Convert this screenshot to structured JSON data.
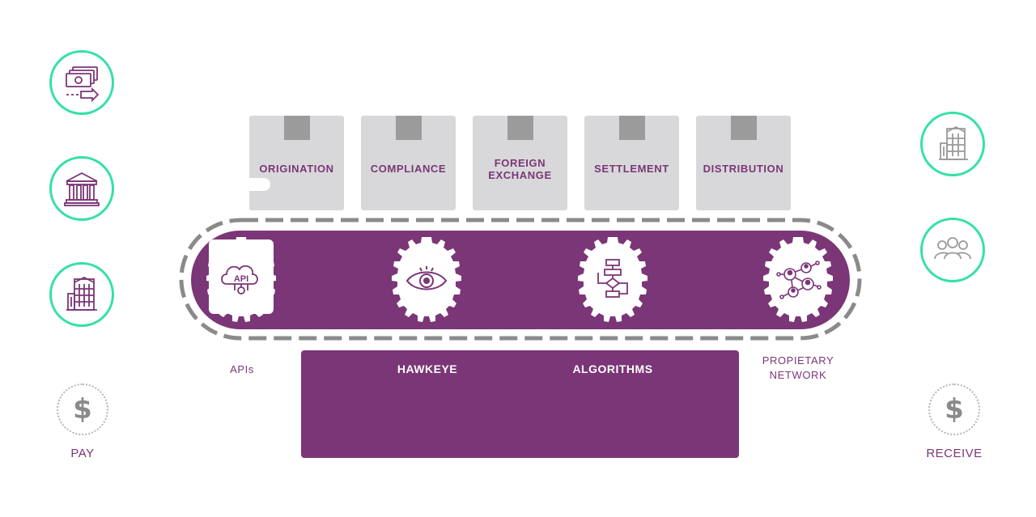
{
  "colors": {
    "accent": "#7b3677",
    "ring": "#35e0a8",
    "box": "#d8d8da",
    "box_tab": "#9b9b9b",
    "dashed_track": "#8a8a8a"
  },
  "left_icons": [
    "money-transfer-icon",
    "bank-icon",
    "office-building-icon"
  ],
  "right_icons": [
    "building-icon",
    "people-group-icon"
  ],
  "pay": {
    "symbol": "$",
    "label": "PAY"
  },
  "receive": {
    "symbol": "$",
    "label": "RECEIVE"
  },
  "stages": [
    {
      "label": "ORIGINATION"
    },
    {
      "label": "COMPLIANCE"
    },
    {
      "label": "FOREIGN\nEXCHANGE"
    },
    {
      "label": "SETTLEMENT"
    },
    {
      "label": "DISTRIBUTION"
    }
  ],
  "gears": [
    {
      "icon": "api-cloud-icon",
      "icon_text": "API",
      "label": "APIs"
    },
    {
      "icon": "eye-icon",
      "label": "HAWKEYE"
    },
    {
      "icon": "flowchart-icon",
      "label": "ALGORITHMS"
    },
    {
      "icon": "network-people-icon",
      "label": "PROPIETARY\nNETWORK"
    }
  ]
}
